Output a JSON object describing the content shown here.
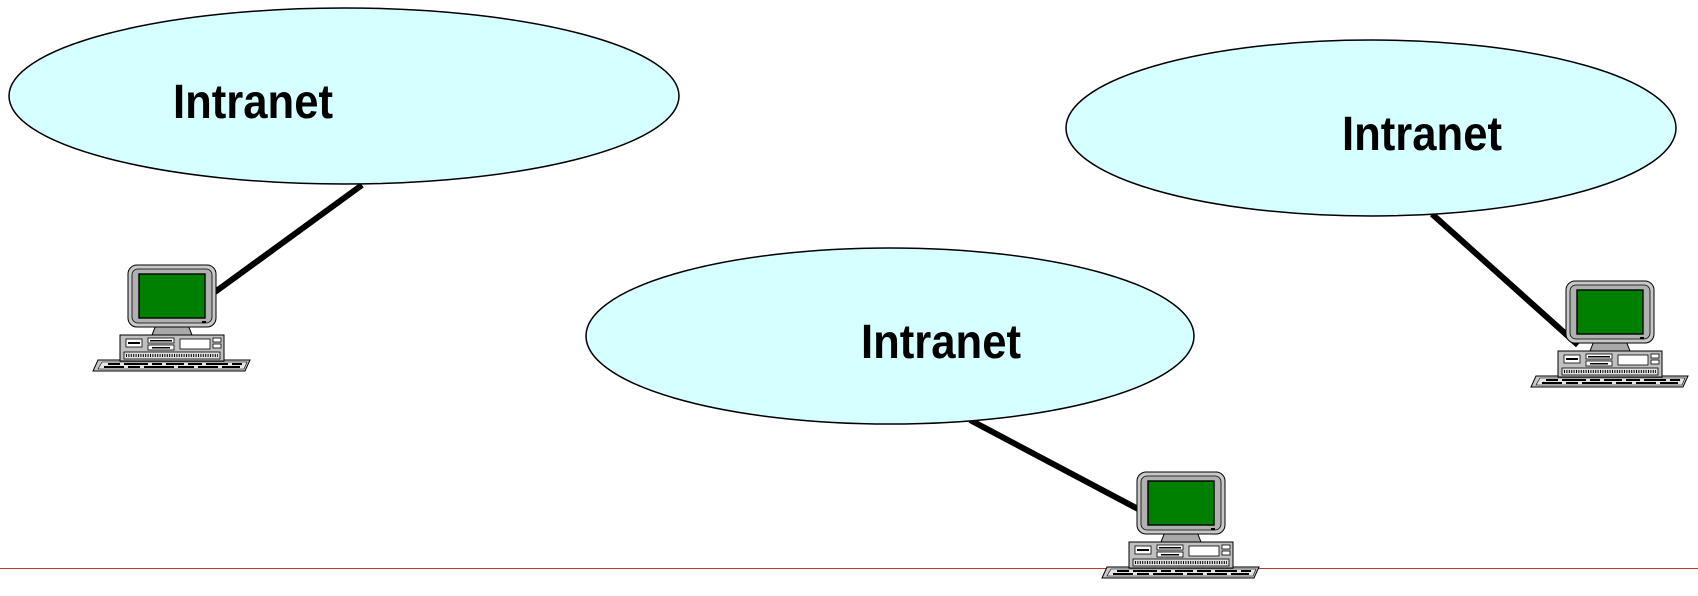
{
  "colors": {
    "cloud_fill": "#d6ffff",
    "cloud_stroke": "#000000",
    "link_line": "#000000",
    "screen": "#008000",
    "computer_body": "#c0c0c0",
    "baseline": "#c0392b"
  },
  "icons": {
    "computer": "desktop-computer-icon"
  },
  "networks": [
    {
      "label": "Intranet"
    },
    {
      "label": "Intranet"
    },
    {
      "label": "Intranet"
    }
  ]
}
